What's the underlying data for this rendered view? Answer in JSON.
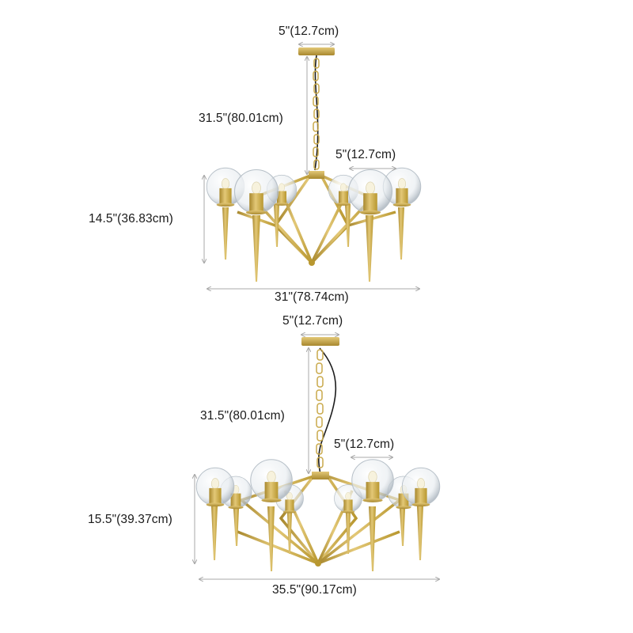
{
  "colors": {
    "background": "#ffffff",
    "dimension_line": "#a8a8a8",
    "brass": "#c9a94a",
    "brass_dark": "#a8882e",
    "brass_light": "#e3c877",
    "glass": "#e4e9ee",
    "glass_edge": "#b7c0c8",
    "cord": "#1c1c1c",
    "text": "#1a1a1a"
  },
  "diagrams": [
    {
      "name": "chandelier-8-light",
      "canopy_width": "5\"(12.7cm)",
      "hanging_length": "31.5\"(80.01cm)",
      "shade_diameter": "5\"(12.7cm)",
      "fixture_height": "14.5\"(36.83cm)",
      "fixture_width": "31\"(78.74cm)"
    },
    {
      "name": "chandelier-10-light",
      "canopy_width": "5\"(12.7cm)",
      "hanging_length": "31.5\"(80.01cm)",
      "shade_diameter": "5\"(12.7cm)",
      "fixture_height": "15.5\"(39.37cm)",
      "fixture_width": "35.5\"(90.17cm)"
    }
  ]
}
